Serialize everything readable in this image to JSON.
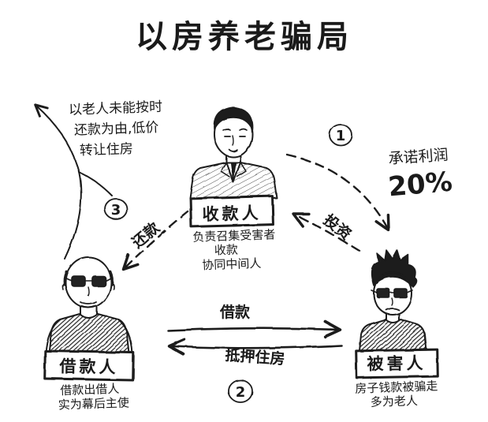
{
  "title": "以房养老骗局",
  "annotation": {
    "line1": "以老人未能按时",
    "line2": "还款为由,低价",
    "line3": "转让住房"
  },
  "steps": {
    "s1": "1",
    "s2": "2",
    "s3": "3"
  },
  "promise": {
    "label": "承诺利润",
    "value": "20%"
  },
  "flows": {
    "invest": "投资",
    "repay": "还款",
    "loan": "借款",
    "mortgage": "抵押住房"
  },
  "collector": {
    "name": "收款人",
    "desc": [
      "负责召集受害者",
      "收款",
      "协同中间人"
    ]
  },
  "borrower": {
    "name": "借款人",
    "desc": [
      "借款出借人",
      "实为幕后主使"
    ]
  },
  "victim": {
    "name": "被害人",
    "desc": [
      "房子钱款被骗走",
      "多为老人"
    ]
  },
  "colors": {
    "ink": "#1a1a1a",
    "background": "#ffffff"
  }
}
